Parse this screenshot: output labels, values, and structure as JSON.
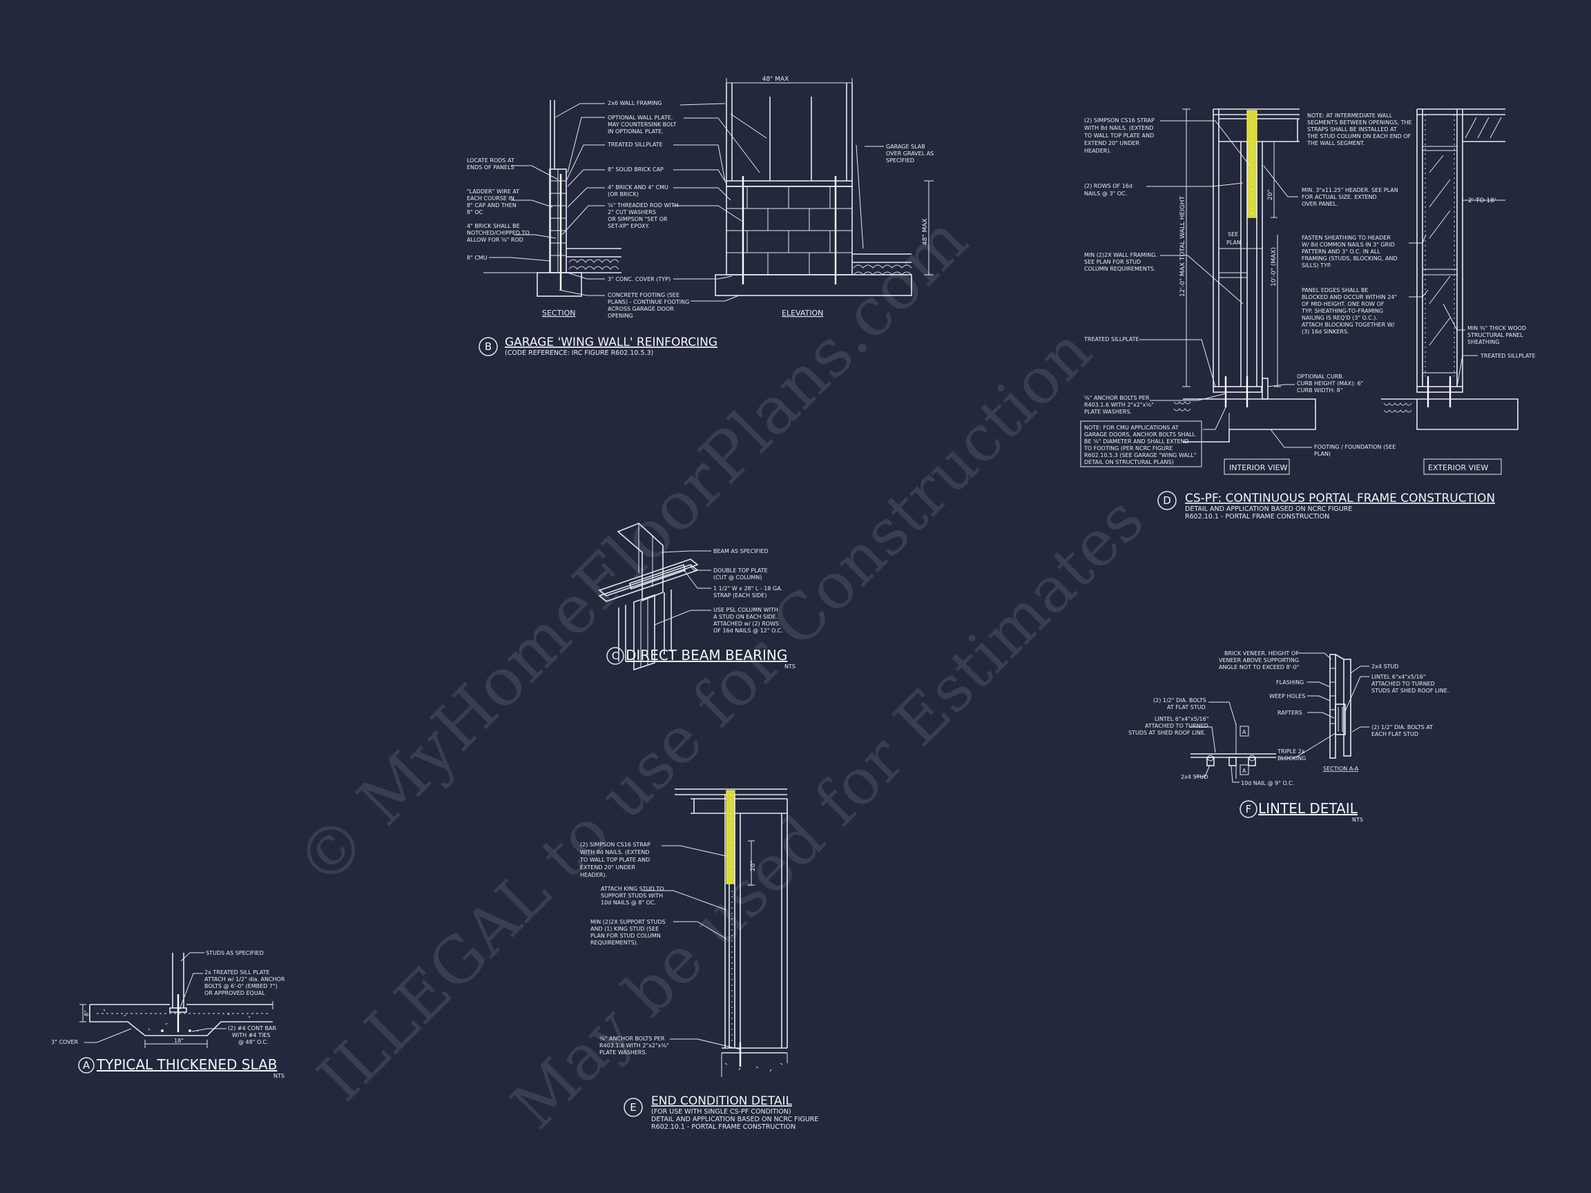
{
  "watermark": {
    "line1": "© MyHomeFloorPlans.com",
    "line2": "ILLEGAL to use for Construction",
    "line3": "May be used for Estimates"
  },
  "detail_a": {
    "marker": "A",
    "title": "TYPICAL THICKENED SLAB",
    "scale": "NTS",
    "notes": [
      "STUDS AS SPECIFIED",
      "2x TREATED SILL PLATE",
      "ATTACH w/ 1/2\" dia. ANCHOR",
      "BOLTS @ 6'-0\" (EMBED 7\")",
      "OR APPROVED EQUAL",
      "(2) #4 CONT BAR",
      "WITH #4 TIES",
      "@ 48\" O.C.",
      "3\" COVER",
      "18\"",
      "8\""
    ]
  },
  "detail_b": {
    "marker": "B",
    "title": "GARAGE 'WING WALL' REINFORCING",
    "subtitle": "(CODE REFERENCE: IRC FIGURE R602.10.5.3)",
    "section_label": "SECTION",
    "elevation_label": "ELEVATION",
    "dim_top": "48\" MAX",
    "dim_side": "48\" MAX",
    "left_notes": [
      "LOCATE RODS AT",
      "ENDS OF PANELS",
      "\"LADDER\" WIRE AT",
      "EACH COURSE IN",
      "8\" CAP AND THEN",
      "8\" OC",
      "4\" BRICK SHALL BE",
      "NOTCHED/CHIPPED TO",
      "ALLOW FOR ⅝\" ROD",
      "8\" CMU"
    ],
    "mid_notes": [
      "2x6 WALL FRAMING",
      "OPTIONAL WALL PLATE.",
      "MAY COUNTERSINK BOLT",
      "IN OPTIONAL PLATE.",
      "TREATED SILLPLATE",
      "8\" SOLID BRICK CAP",
      "4\" BRICK AND 4\" CMU",
      "(OR BRICK)",
      "⅝\" THREADED ROD WITH",
      "2\" CUT WASHERS",
      "OR SIMPSON \"SET OR",
      "SET-XP\" EPOXY.",
      "3\" CONC. COVER (TYP)",
      "CONCRETE FOOTING (SEE",
      "PLANS) - CONTINUE FOOTING",
      "ACROSS GARAGE DOOR",
      "OPENING"
    ],
    "right_notes": [
      "GARAGE SLAB",
      "OVER GRAVEL AS",
      "SPECIFIED"
    ]
  },
  "detail_c": {
    "marker": "C",
    "title": "DIRECT BEAM BEARING",
    "scale": "NTS",
    "notes": [
      "BEAM AS SPECIFIED",
      "DOUBLE TOP PLATE",
      "(CUT @ COLUMN)",
      "1 1/2\" W x 28\" L - 18 GA.",
      "STRAP (EACH SIDE)",
      "USE PSL COLUMN WITH",
      "A STUD ON EACH SIDE.",
      "ATTACHED w/ (2) ROWS",
      "OF 16d NAILS @ 12\" O.C."
    ]
  },
  "detail_d": {
    "marker": "D",
    "title": "CS-PF: CONTINUOUS PORTAL FRAME CONSTRUCTION",
    "subtitle1": "DETAIL AND APPLICATION BASED ON NCRC FIGURE",
    "subtitle2": "R602.10.1 - PORTAL FRAME CONSTRUCTION",
    "interior_label": "INTERIOR VIEW",
    "exterior_label": "EXTERIOR VIEW",
    "dim_total": "12'-0\" MAX TOTAL WALL HEIGHT",
    "dim_open": "10'-0\" (MAX)",
    "dim_20": "20\"",
    "see_plan_1": "SEE",
    "see_plan_2": "PLAN",
    "dim_2to18": "2' TO 18'",
    "left_notes": [
      "(2) SIMPSON CS16 STRAP",
      "WITH 8d NAILS. (EXTEND",
      "TO WALL TOP PLATE AND",
      "EXTEND 20\" UNDER",
      "HEADER).",
      "(2) ROWS OF 16d",
      "NAILS @ 3\" OC.",
      "MIN (2)2X WALL FRAMING.",
      "SEE PLAN FOR STUD",
      "COLUMN REQUIREMENTS.",
      "TREATED SILLPLATE",
      "⅝\" ANCHOR BOLTS PER",
      "R403.1.6 WITH 2\"x2\"x⅛\"",
      "PLATE WASHERS."
    ],
    "box_note": [
      "NOTE: FOR CMU APPLICATIONS AT",
      "GARAGE DOORS, ANCHOR BOLTS SHALL",
      "BE ⅝\" DIAMETER AND SHALL EXTEND",
      "TO FOOTING (PER NCRC FIGURE",
      "R602.10.5.3 (SEE GARAGE \"WING WALL\"",
      "DETAIL ON STRUCTURAL PLANS)"
    ],
    "mid_notes": [
      "NOTE: AT INTERMEDIATE WALL",
      "SEGMENTS BETWEEN OPENINGS, THE",
      "STRAPS SHALL BE INSTALLED AT",
      "THE STUD COLUMN ON EACH END OF",
      "THE WALL SEGMENT.",
      "MIN. 3\"x11.25\" HEADER. SEE PLAN",
      "FOR ACTUAL SIZE. EXTEND",
      "OVER PANEL.",
      "FASTEN SHEATHING TO HEADER",
      "W/ 8d COMMON NAILS IN 3\" GRID",
      "PATTERN AND 3\" O.C. IN ALL",
      "FRAMING (STUDS, BLOCKING, AND",
      "SILLS) TYP.",
      "PANEL EDGES SHALL BE",
      "BLOCKED AND OCCUR WITHIN 24\"",
      "OF MID-HEIGHT.  ONE ROW OF",
      "TYP. SHEATHING-TO-FRAMING",
      "NAILING IS REQ'D (3\" O.C.).",
      "ATTACH BLOCKING TOGETHER W/",
      "(3) 16d SINKERS.",
      "OPTIONAL CURB.",
      "CURB HEIGHT (MAX): 6\"",
      "CURB WIDTH: 8\"",
      "FOOTING / FOUNDATION (SEE",
      "PLAN)"
    ],
    "right_notes": [
      "MIN ⅜\" THICK WOOD",
      "STRUCTURAL PANEL",
      "SHEATHING",
      "TREATED SILLPLATE"
    ]
  },
  "detail_e": {
    "marker": "E",
    "title": "END CONDITION DETAIL",
    "subtitle1": "(FOR USE WITH SINGLE CS-PF CONDITION)",
    "subtitle2": "DETAIL AND APPLICATION BASED ON NCRC FIGURE",
    "subtitle3": "R602.10.1 - PORTAL FRAME CONSTRUCTION",
    "dim_20": "20\"",
    "notes": [
      "(2) SIMPSON CS16 STRAP",
      "WITH 8d NAILS. (EXTEND",
      "TO WALL TOP PLATE AND",
      "EXTEND 20\" UNDER",
      "HEADER).",
      "ATTACH KING STUD TO",
      "SUPPORT STUDS WITH",
      "10d NAILS @ 8\" OC.",
      "MIN (2)2X SUPPORT STUDS",
      "AND (1) KING STUD (SEE",
      "PLAN FOR STUD COLUMN",
      "REQUIREMENTS).",
      "⅝\" ANCHOR BOLTS PER",
      "R403.1.6 WITH 2\"x2\"x⅛\"",
      "PLATE WASHERS."
    ]
  },
  "detail_f": {
    "marker": "F",
    "title": "LINTEL DETAIL",
    "scale": "NTS",
    "section_label": "SECTION A-A",
    "cut_a": "A",
    "left_notes": [
      "BRICK VENEER.  HEIGHT OF",
      "VENEER ABOVE SUPPORTING",
      "ANGLE NOT TO EXCEED 8'-0\"",
      "FLASHING",
      "WEEP HOLES",
      "RAFTERS",
      "(2) 1/2\" DIA. BOLTS",
      "AT FLAT STUD",
      "LINTEL 6\"x4\"x5/16\"",
      "ATTACHED TO TURNED",
      "STUDS AT SHED ROOF LINE.",
      "TRIPLE 2x",
      "BLOCKING",
      "2x4 STUD",
      "10d NAIL @ 9\" O.C."
    ],
    "right_notes": [
      "2x4 STUD",
      "LINTEL 6\"x4\"x5/16\"",
      "ATTACHED TO TURNED",
      "STUDS AT SHED ROOF LINE.",
      "(2) 1/2\" DIA. BOLTS AT",
      "EACH FLAT STUD"
    ]
  }
}
